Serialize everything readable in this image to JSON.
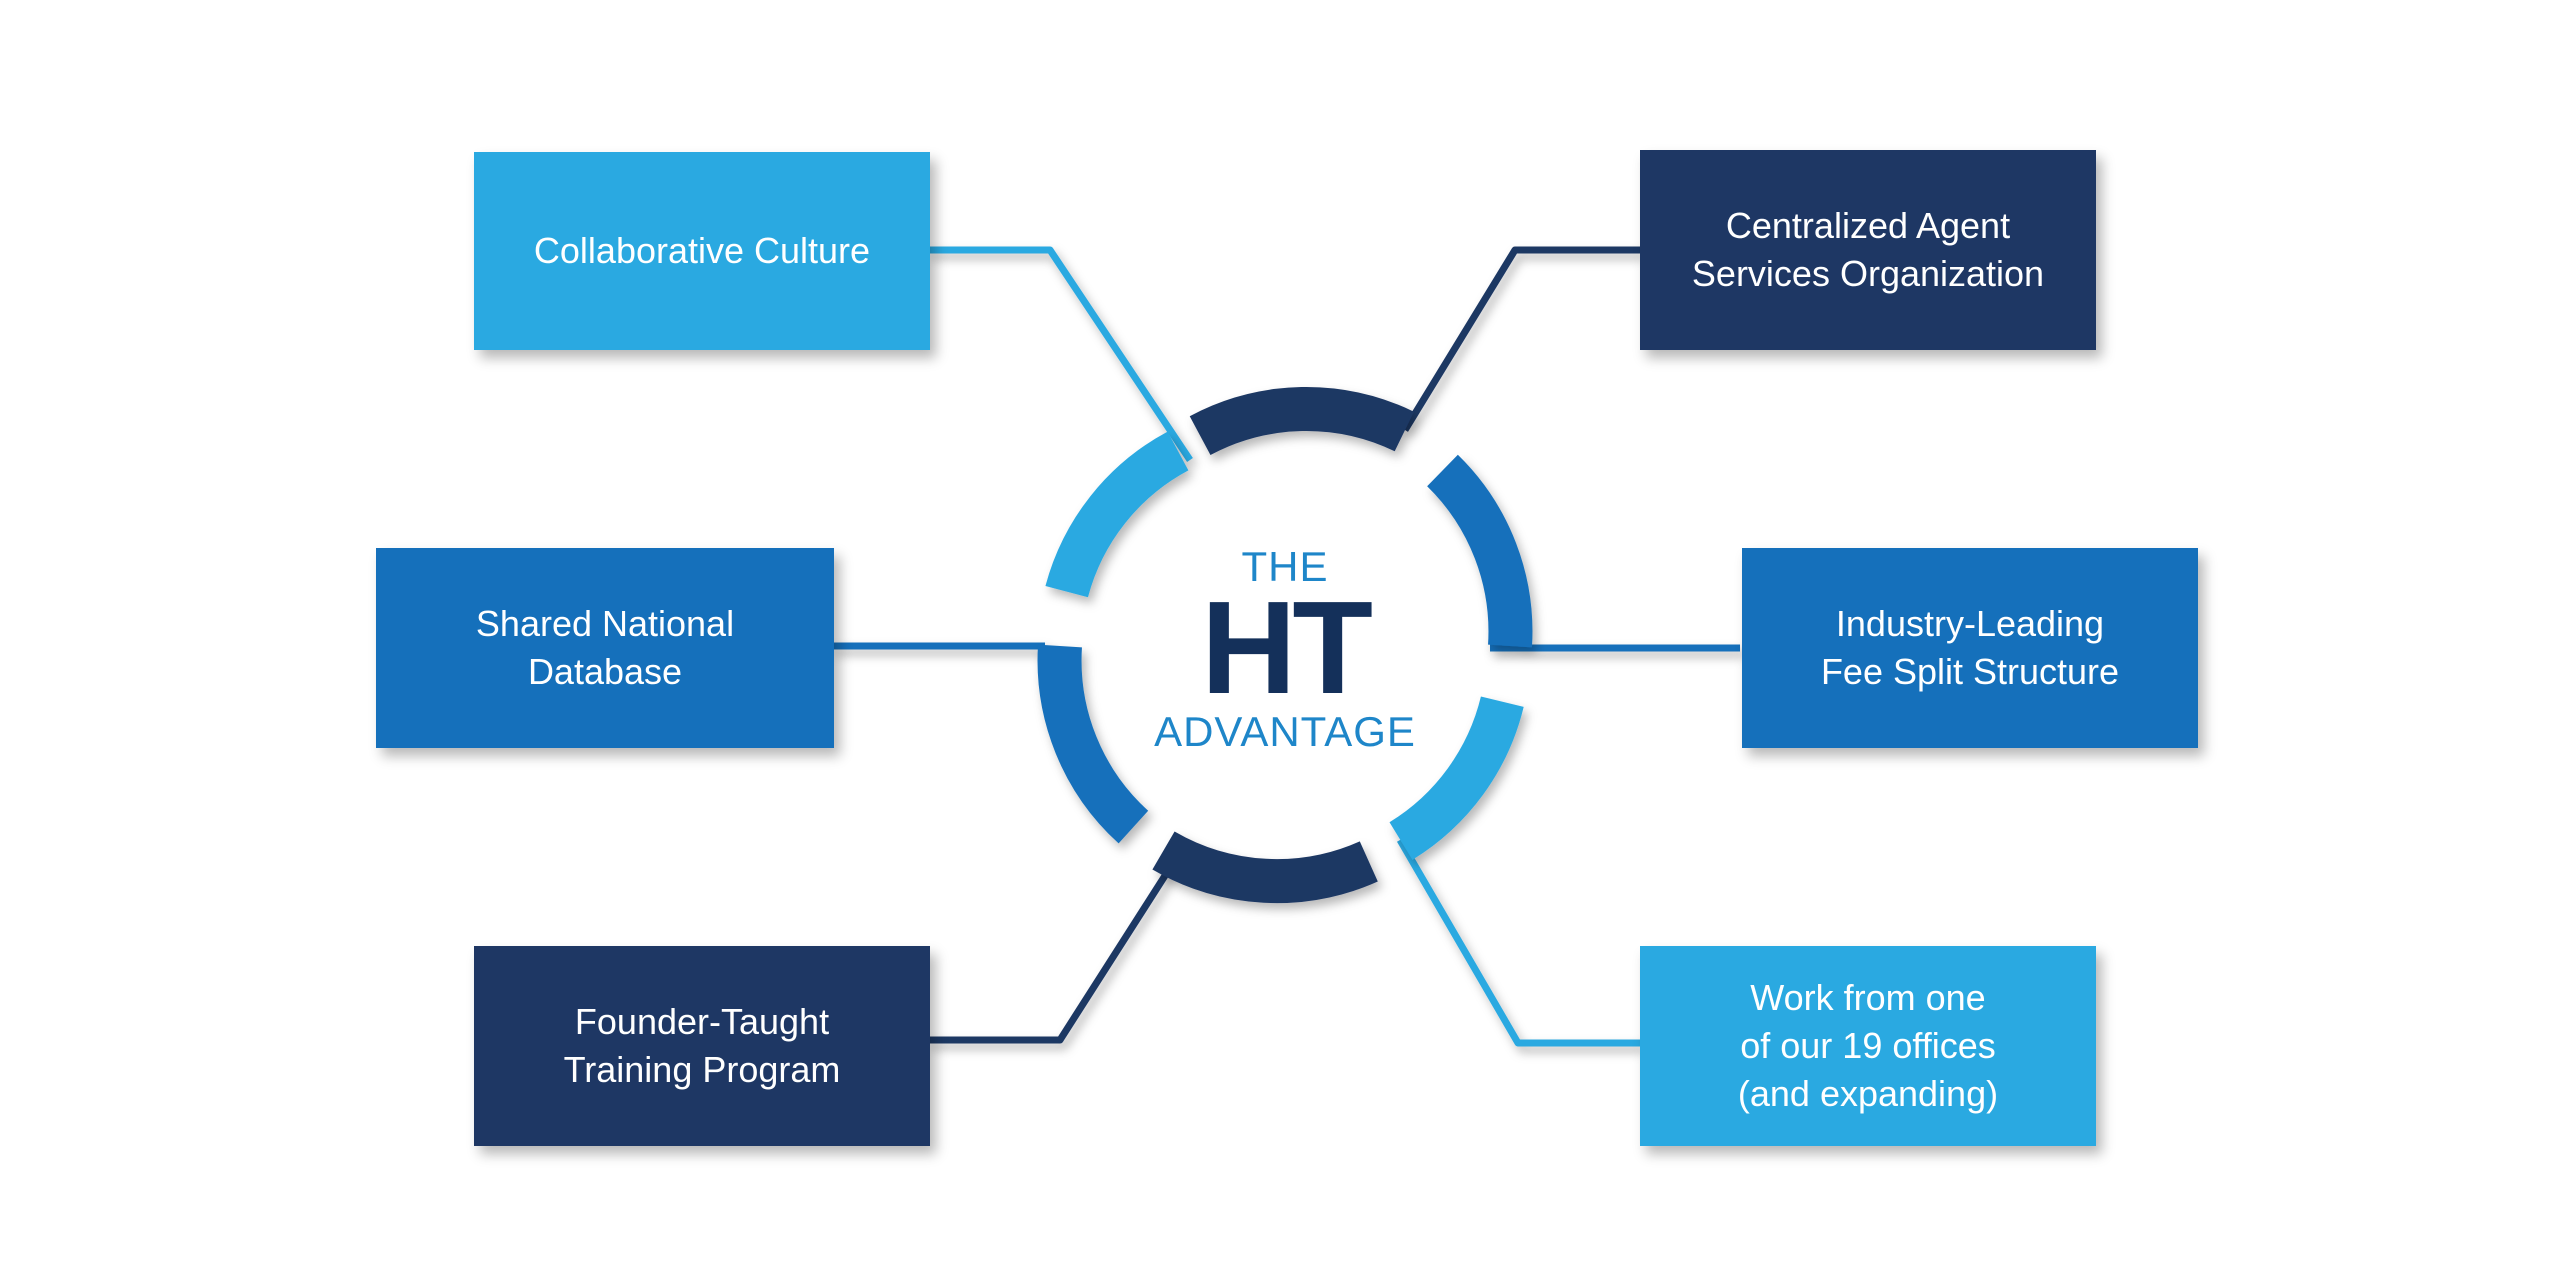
{
  "center": {
    "line1": "THE",
    "line2": "HT",
    "line3": "ADVANTAGE"
  },
  "nodes": {
    "collaborative_culture": {
      "lines": [
        "Collaborative Culture"
      ]
    },
    "shared_national_database": {
      "lines": [
        "Shared National",
        "Database"
      ]
    },
    "founder_taught_training": {
      "lines": [
        "Founder-Taught",
        "Training Program"
      ]
    },
    "centralized_agent_services": {
      "lines": [
        "Centralized Agent",
        "Services Organization"
      ]
    },
    "industry_leading_fee_split": {
      "lines": [
        "Industry-Leading",
        "Fee Split Structure"
      ]
    },
    "offices": {
      "lines": [
        "Work from one",
        "of our 19 offices",
        "(and expanding)"
      ]
    }
  },
  "colors": {
    "light_blue": "#2aa9e1",
    "mid_blue": "#1570bb",
    "dark_navy": "#1e3764",
    "center_accent": "#1e86c9",
    "center_title": "#14305a"
  }
}
